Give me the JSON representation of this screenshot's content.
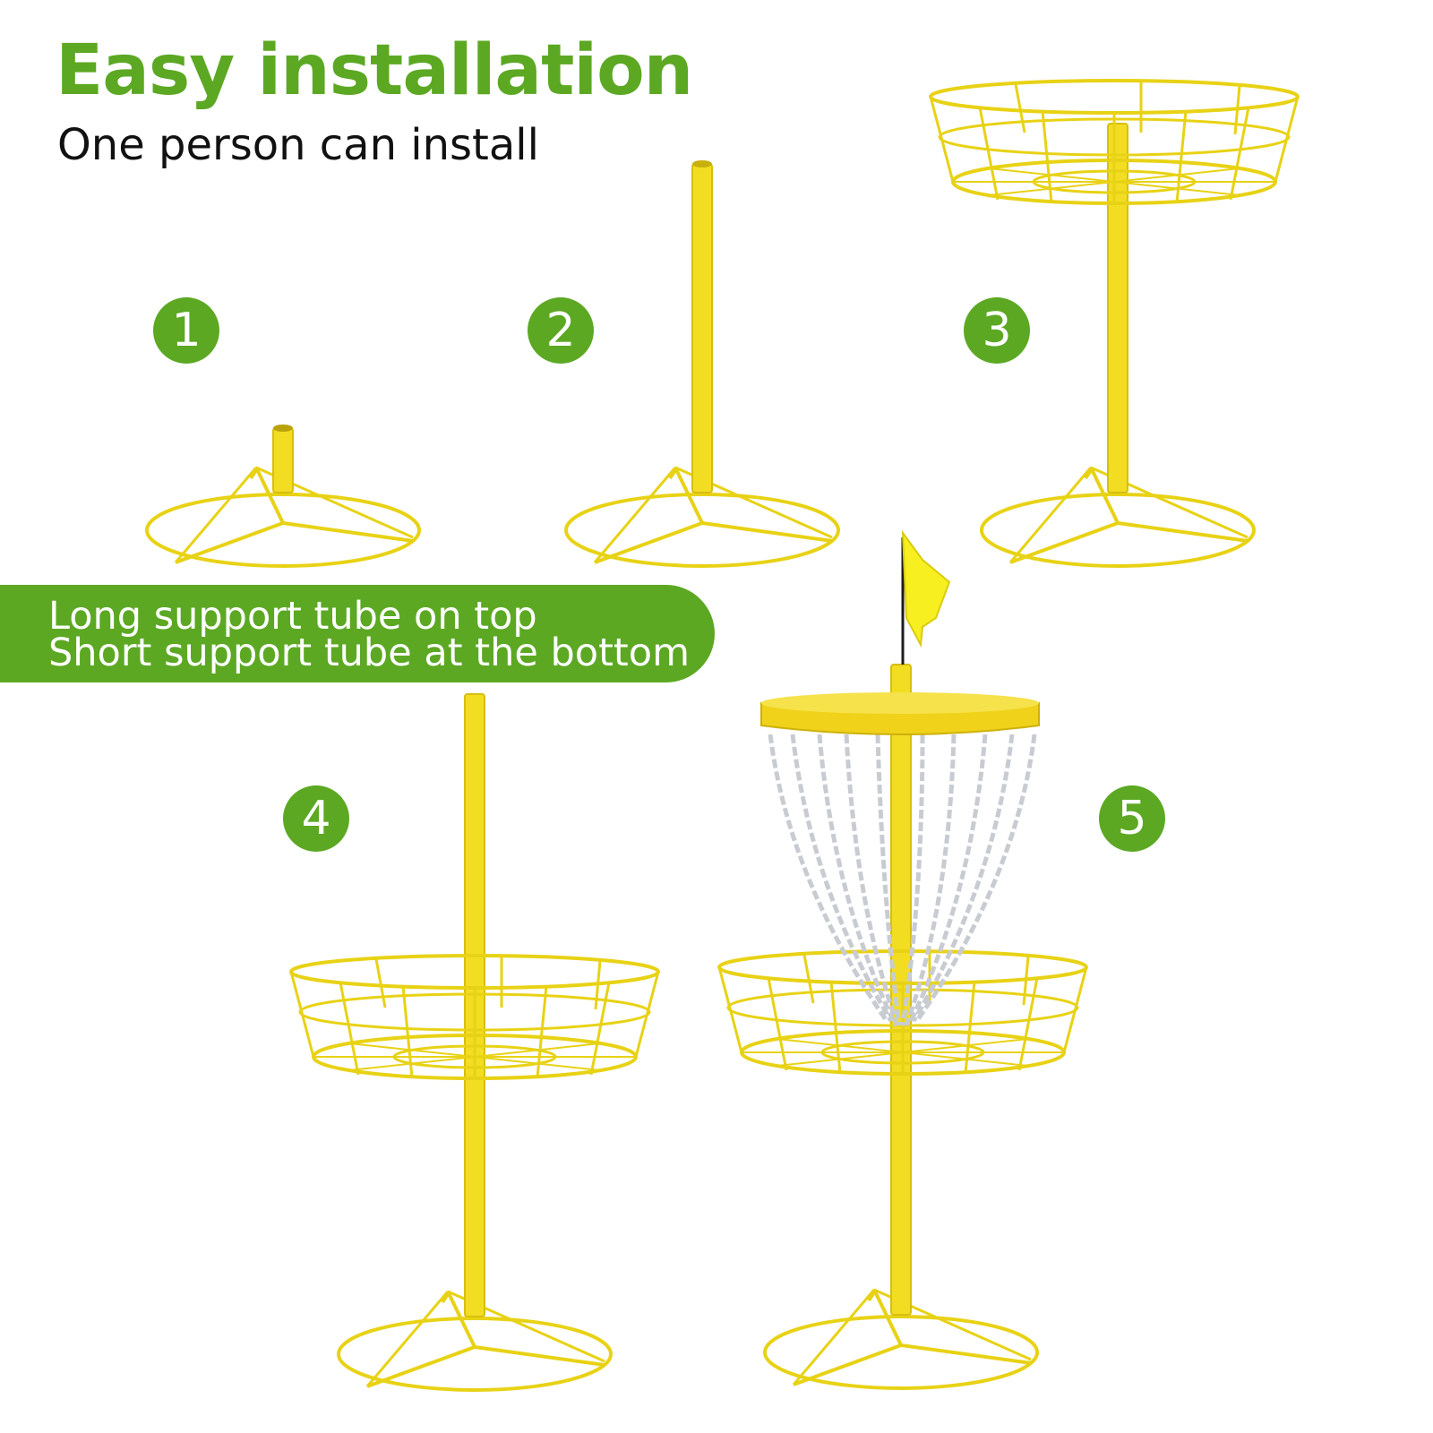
{
  "colors": {
    "accent_green": "#5ca823",
    "product_yellow": "#f2dd22",
    "product_yellow_dark": "#d8be0e",
    "chain_silver": "#c8ccd2"
  },
  "header": {
    "title": "Easy installation",
    "subtitle": "One person can install"
  },
  "steps": [
    {
      "number": "1"
    },
    {
      "number": "2"
    },
    {
      "number": "3"
    },
    {
      "number": "4"
    },
    {
      "number": "5"
    }
  ],
  "banner": {
    "line1": "Long support tube on top",
    "line2": "Short support tube at the bottom"
  }
}
